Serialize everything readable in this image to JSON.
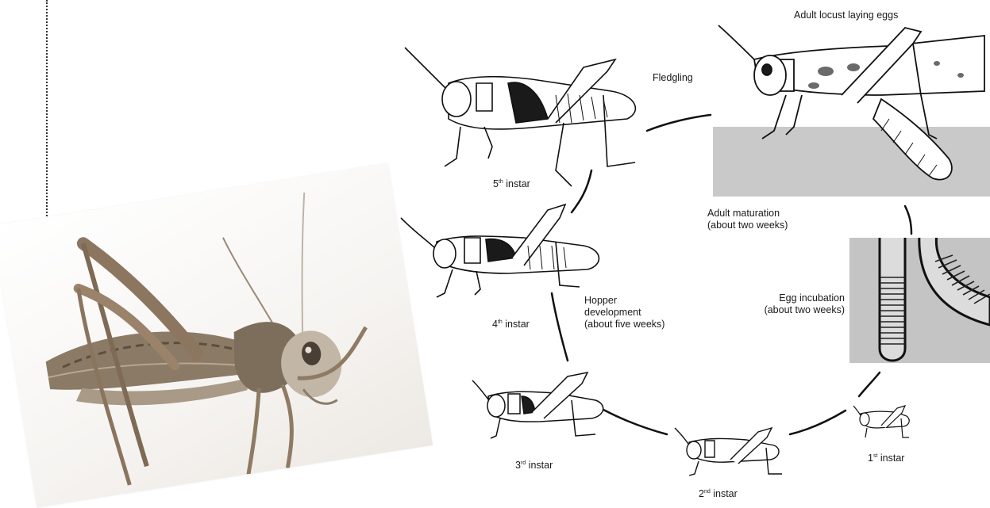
{
  "diagram": {
    "stages": {
      "adult_laying": "Adult locust laying eggs",
      "fledgling": "Fledgling",
      "instar5": {
        "num": "5",
        "sup": "th",
        "text": " instar"
      },
      "instar4": {
        "num": "4",
        "sup": "th",
        "text": " instar"
      },
      "instar3": {
        "num": "3",
        "sup": "rd",
        "text": " instar"
      },
      "instar2": {
        "num": "2",
        "sup": "nd",
        "text": " instar"
      },
      "instar1": {
        "num": "1",
        "sup": "st",
        "text": " instar"
      }
    },
    "phases": {
      "adult_maturation": [
        "Adult maturation",
        "(about two weeks)"
      ],
      "egg_incubation": [
        "Egg incubation",
        "(about two weeks)"
      ],
      "hopper_development": [
        "Hopper",
        "development",
        "(about five weeks)"
      ]
    }
  },
  "colors": {
    "ground": "#c9c9c9",
    "egg_panel": "#c4c4c4",
    "ink": "#1a1a1a"
  }
}
